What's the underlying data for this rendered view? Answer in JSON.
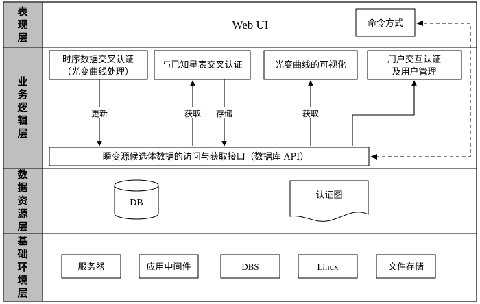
{
  "layers": {
    "presentation": "表现层",
    "business": "业务逻辑层",
    "data_resource": "数据资源层",
    "infrastructure": "基础环境层"
  },
  "presentation": {
    "web_ui": "Web UI",
    "command": "命令方式"
  },
  "business": {
    "box1_line1": "时序数据交叉认证",
    "box1_line2": "（光变曲线处理）",
    "box2": "与已知星表交叉认证",
    "box3": "光变曲线的可视化",
    "box4_line1": "用户交互认证",
    "box4_line2": "及用户管理",
    "api": "瞬变源候选体数据的访问与获取接口（数据库 API）",
    "arrow_update": "更新",
    "arrow_fetch1": "获取",
    "arrow_store": "存储",
    "arrow_fetch2": "获取"
  },
  "data_resource": {
    "db": "DB",
    "cert_map": "认证图"
  },
  "infrastructure": {
    "items": [
      "服务器",
      "应用中间件",
      "DBS",
      "Linux",
      "文件存储"
    ]
  }
}
